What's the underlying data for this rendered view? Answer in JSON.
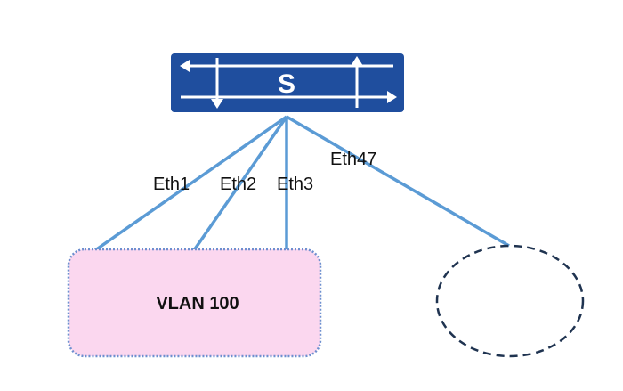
{
  "switch": {
    "label": "S",
    "color": "#1f4e9e",
    "arrow_color": "#ffffff"
  },
  "links": [
    {
      "label": "Eth1"
    },
    {
      "label": "Eth2"
    },
    {
      "label": "Eth3"
    },
    {
      "label": "Eth47"
    }
  ],
  "vlan": {
    "label": "VLAN 100",
    "fill": "#fbd7ef",
    "border": "#6e8fcf"
  },
  "unnamed_group": {
    "border": "#1f3350"
  },
  "link_color": "#5b9bd5"
}
